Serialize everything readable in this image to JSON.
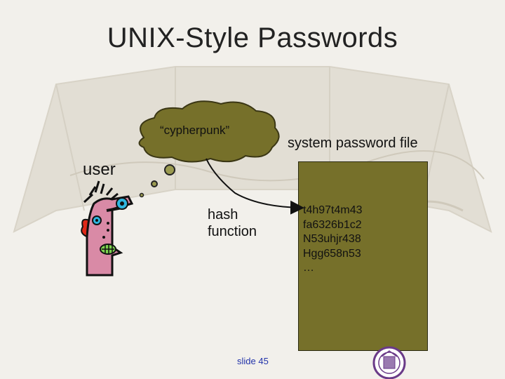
{
  "slide": {
    "title": "UNIX-Style Passwords",
    "thought_text": "“cypherpunk”",
    "user_label": "user",
    "file_label": "system password file",
    "hash_label_line1": "hash",
    "hash_label_line2": "function",
    "file_entries": [
      "t4h97t4m43",
      "fa6326b1c2",
      "N53uhjr438",
      "Hgg658n53",
      "…"
    ],
    "slide_number": "slide 45"
  },
  "colors": {
    "file_box": "#76702a",
    "cloud_fill": "#76702a",
    "face": "#d98aa6",
    "eye": "#2fb6e0"
  },
  "icons": [
    "user-face-icon",
    "university-seal-icon"
  ]
}
